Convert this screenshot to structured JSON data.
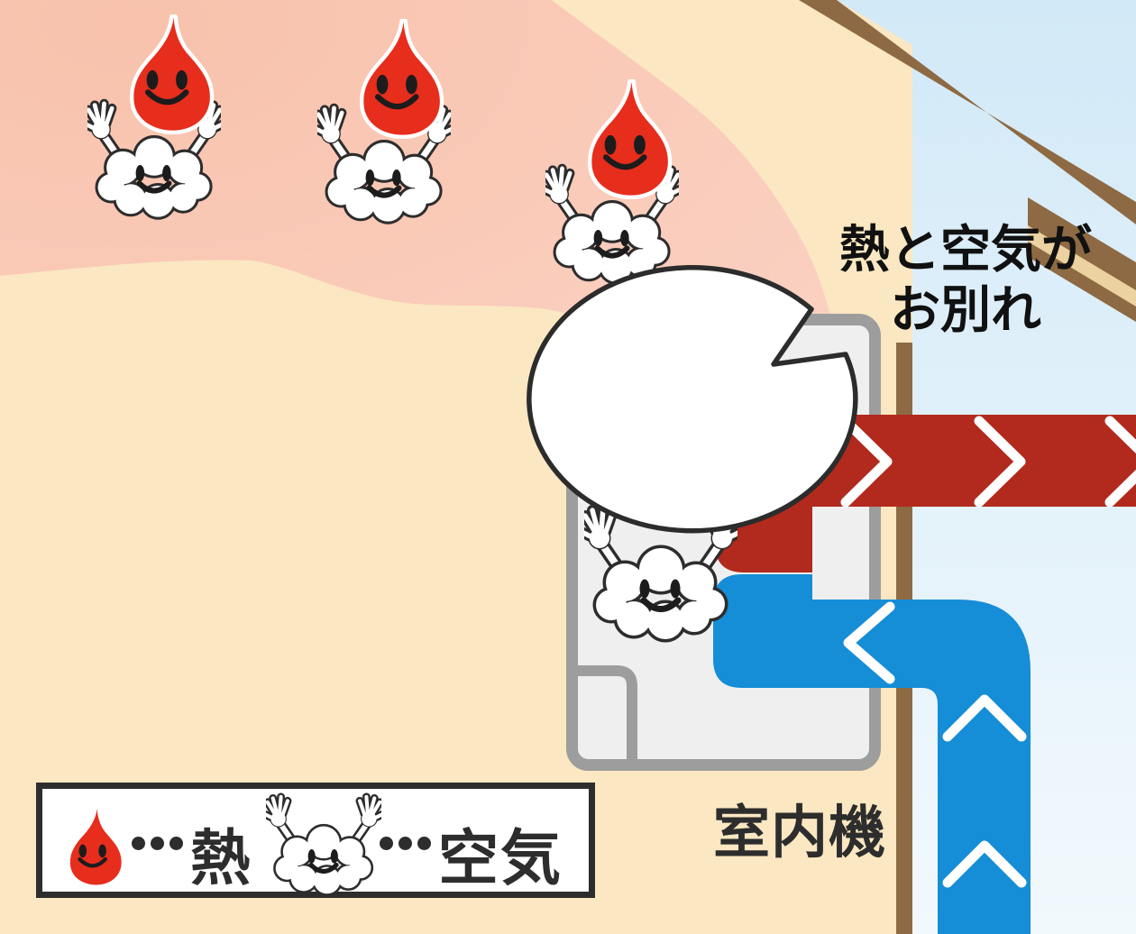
{
  "illustration": {
    "speech_bubble": {
      "line1": "熱と空気が",
      "line2": "お別れ"
    },
    "indoor_unit_label": "室内機",
    "legend": {
      "heat_label": "熱",
      "air_label": "空気",
      "separator": "…"
    },
    "characters": {
      "heat": "smiling red heat-drop",
      "air": "smiling white cloud with raised hands"
    },
    "colors": {
      "heat_red": "#e72d1c",
      "pipe_red": "#b22a1d",
      "pipe_blue": "#158dd7",
      "wood_brown": "#8d6a43",
      "roof_tan": "#ecd2a0",
      "room_cream": "#fbe7c1",
      "warm_air_pink": "#f8c7b2",
      "sky_blue": "#d9edf8",
      "unit_border_gray": "#9d9d9d",
      "unit_fill": "#efefef",
      "outline_dark": "#2d2d2d"
    }
  }
}
